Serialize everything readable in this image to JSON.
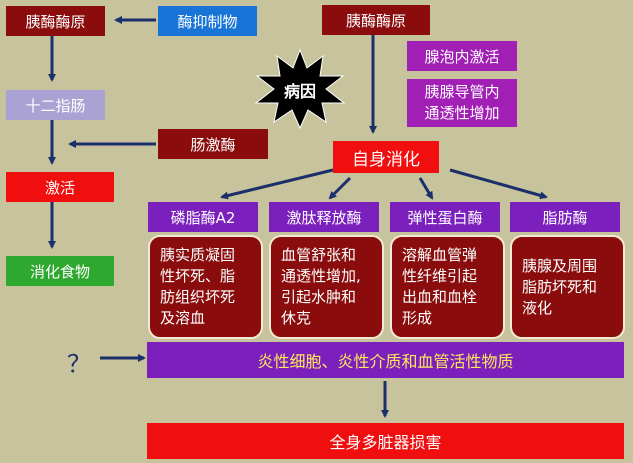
{
  "top": {
    "trypsinogen_left": "胰酶酶原",
    "inhibitor": "酶抑制物",
    "trypsinogen_center": "胰酶酶原",
    "acinar_activation": "腺泡内激活",
    "duct_permeability": [
      "胰腺导管内",
      "通透性增加"
    ],
    "etiology": "病因"
  },
  "left": {
    "duodenum": "十二指肠",
    "enterokinase": "肠激酶",
    "activation": "激活",
    "digest_food": "消化食物",
    "unknown": "？"
  },
  "center": {
    "autodigestion": "自身消化"
  },
  "enzymes": [
    {
      "name": "磷脂酶A2",
      "effect": [
        "胰实质凝固",
        "性坏死、脂",
        "肪组织坏死",
        "及溶血"
      ]
    },
    {
      "name": "激肽释放酶",
      "effect": [
        "血管舒张和",
        "通透性增加,",
        "引起水肿和",
        "休克"
      ]
    },
    {
      "name": "弹性蛋白酶",
      "effect": [
        "溶解血管弹",
        "性纤维引起",
        "出血和血栓",
        "形成"
      ]
    },
    {
      "name": "脂肪酶",
      "effect": [
        "胰腺及周围",
        "脂肪坏死和",
        "液化"
      ]
    }
  ],
  "bottom": {
    "inflammatory": "炎性细胞、炎性介质和血管活性物质",
    "mods": "全身多脏器损害"
  },
  "colors": {
    "background": "#c7c39c",
    "dark_red": "#8a0c0c",
    "red": "#f10e0e",
    "blue": "#1874d6",
    "purple": "#7b1fbd",
    "magenta": "#a21fb6",
    "green": "#2fa82f",
    "yellow_text": "#ffe85a"
  }
}
